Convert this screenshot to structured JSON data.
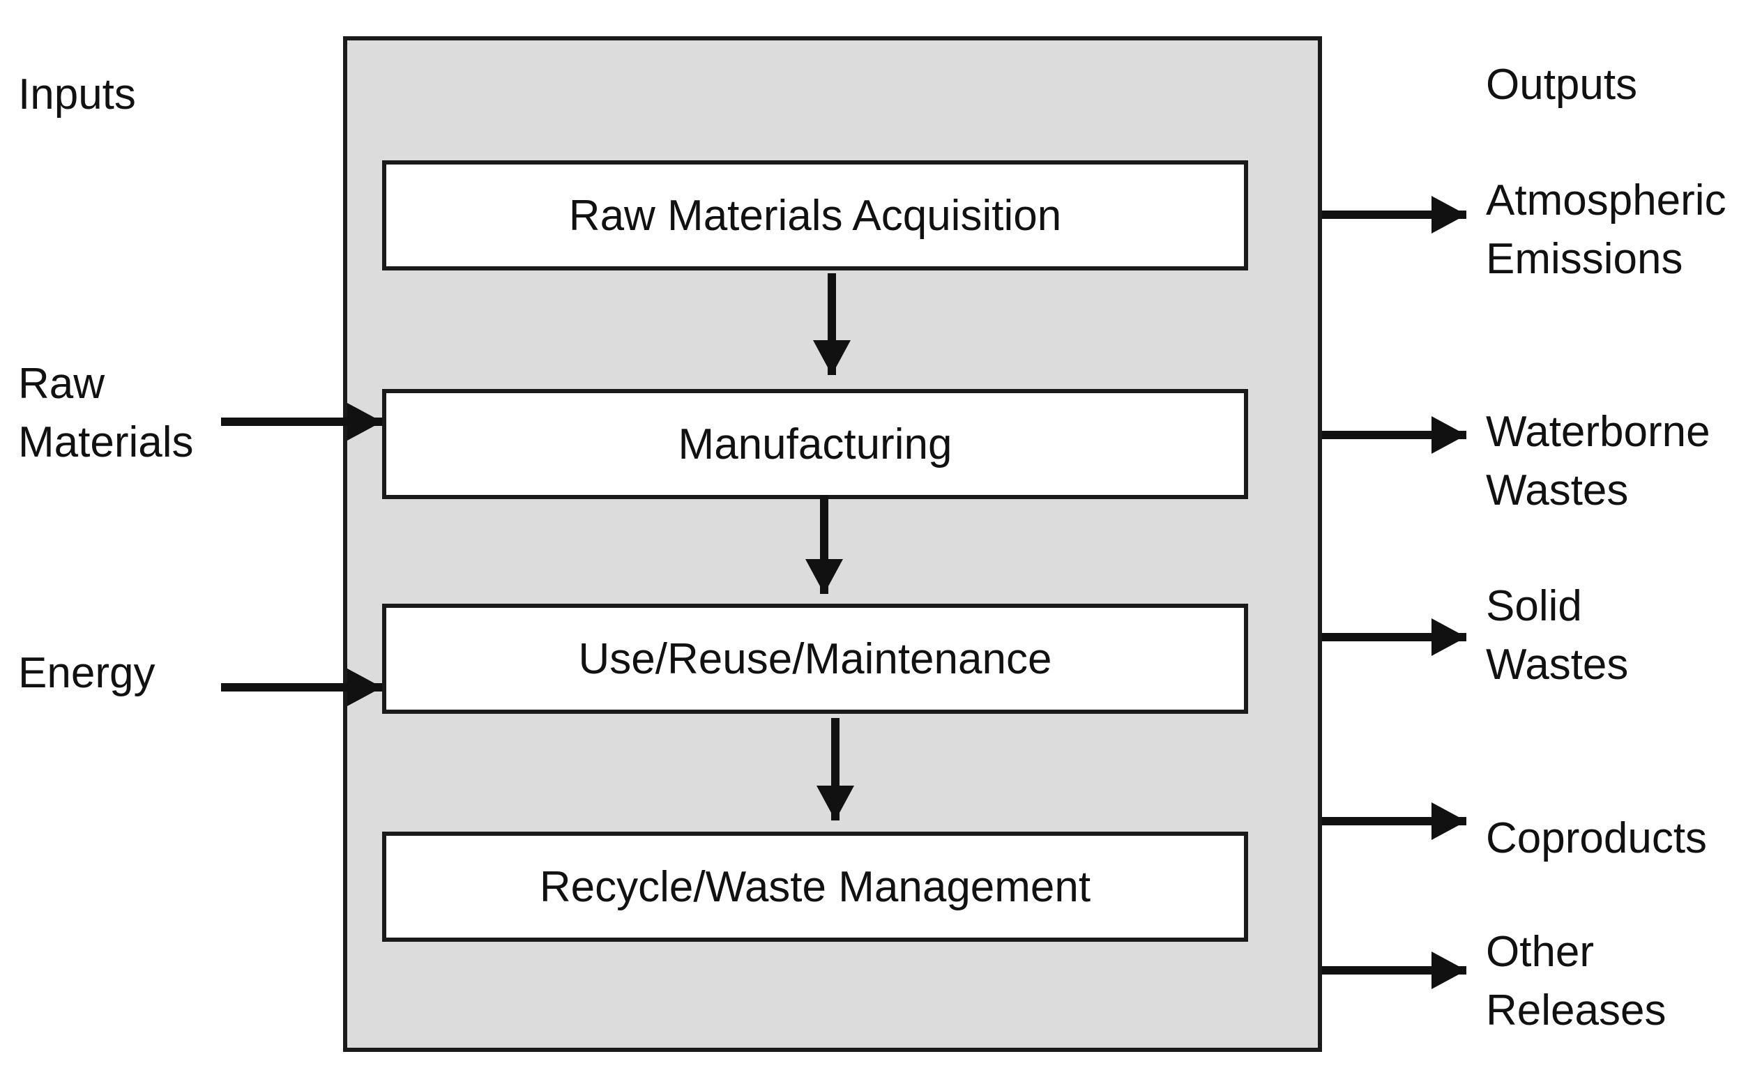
{
  "colors": {
    "system_fill": "#dcdcdc",
    "stage_fill": "#ffffff",
    "stroke": "#1a1a1a",
    "text": "#111111"
  },
  "inputs": {
    "heading": "Inputs",
    "items": [
      {
        "lines": [
          "Raw",
          "Materials"
        ]
      },
      {
        "lines": [
          "Energy"
        ]
      }
    ]
  },
  "outputs": {
    "heading": "Outputs",
    "items": [
      {
        "lines": [
          "Atmospheric",
          "Emissions"
        ]
      },
      {
        "lines": [
          "Waterborne",
          "Wastes"
        ]
      },
      {
        "lines": [
          "Solid",
          "Wastes"
        ]
      },
      {
        "lines": [
          "Coproducts"
        ]
      },
      {
        "lines": [
          "Other",
          "Releases"
        ]
      }
    ]
  },
  "stages": [
    {
      "label": "Raw Materials Acquisition"
    },
    {
      "label": "Manufacturing"
    },
    {
      "label": "Use/Reuse/Maintenance"
    },
    {
      "label": "Recycle/Waste Management"
    }
  ]
}
